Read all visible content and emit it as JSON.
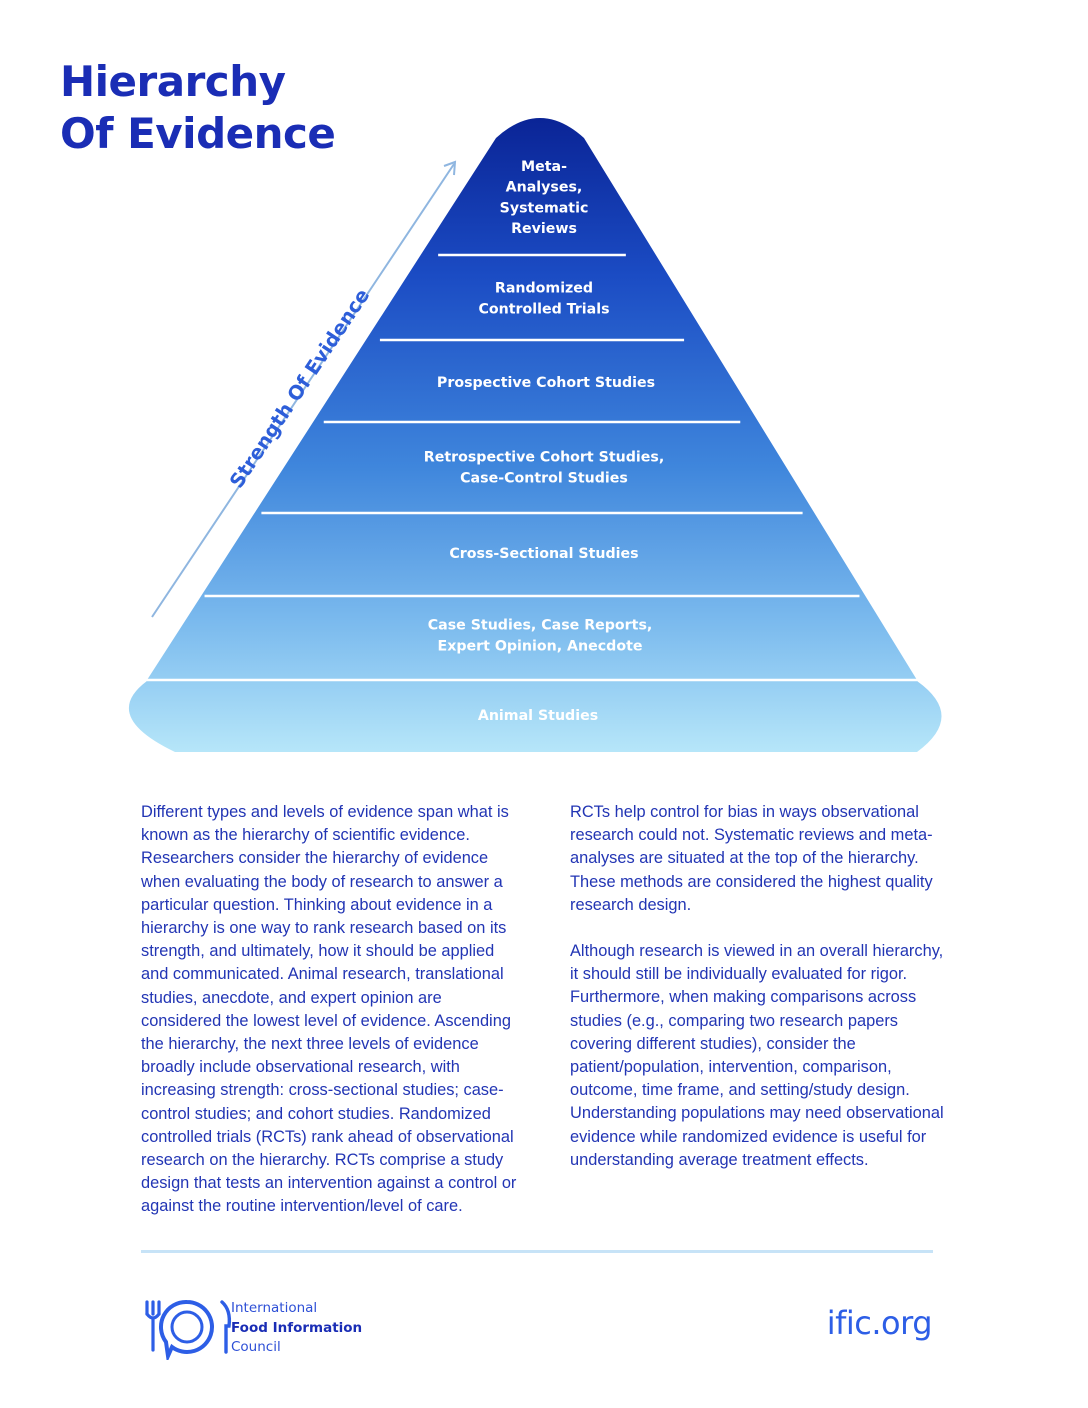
{
  "title": {
    "line1": "Hierarchy",
    "line2": "Of Evidence"
  },
  "arrow_label": "Strength Of Evidence",
  "tiers": [
    {
      "lines": [
        "Meta-",
        "Analyses,",
        "Systematic",
        "Reviews"
      ],
      "color": "#0e2ea0"
    },
    {
      "lines": [
        "Randomized",
        "Controlled Trials"
      ],
      "color": "#1c4fc6"
    },
    {
      "lines": [
        "Prospective Cohort Studies"
      ],
      "color": "#2a67d4"
    },
    {
      "lines": [
        "Retrospective Cohort Studies,",
        "Case-Control Studies"
      ],
      "color": "#3d84de"
    },
    {
      "lines": [
        "Cross-Sectional Studies"
      ],
      "color": "#5aa2e7"
    },
    {
      "lines": [
        "Case Studies, Case Reports,",
        "Expert Opinion, Anecdote"
      ],
      "color": "#7ebdee"
    },
    {
      "lines": [
        "Animal Studies"
      ],
      "color": "#a8dcf6"
    }
  ],
  "body": {
    "left": [
      "Different types and levels of evidence span what is known as the hierarchy of scientific evidence. Researchers consider the hierarchy of evidence when evaluating the body of research to answer a particular question. Thinking about evidence in a hierarchy is one way to rank research based on its strength, and ultimately, how it should be applied and communicated. Animal research, translational studies, anecdote, and expert opinion are considered the lowest level of evidence. Ascending the hierarchy, the next three levels of evidence broadly include observational research, with increasing strength: cross-sectional studies; case-control studies; and cohort studies. Randomized controlled trials (RCTs) rank ahead of observational research on the hierarchy. RCTs comprise a study design that tests an intervention against a control or against the routine intervention/level of care."
    ],
    "right": [
      "RCTs help control for bias in ways observational research could not. Systematic reviews and meta-analyses are situated at the top of the hierarchy. These methods are considered the highest quality research design.",
      "Although research is viewed in an overall hierarchy, it should still be individually evaluated for rigor. Furthermore, when making comparisons across studies (e.g., comparing two research papers covering different studies), consider the patient/population, intervention, comparison, outcome, time frame, and setting/study design. Understanding populations may need observational evidence while randomized evidence is useful for understanding average treatment effects."
    ]
  },
  "footer": {
    "org_line1": "International",
    "org_line2": "Food Information",
    "org_line3": "Council",
    "website": "ific.org"
  },
  "colors": {
    "title": "#1a2db5",
    "body_text": "#2235b4",
    "arrow": "#8fb6e0",
    "divider": "#c7e3f7"
  }
}
